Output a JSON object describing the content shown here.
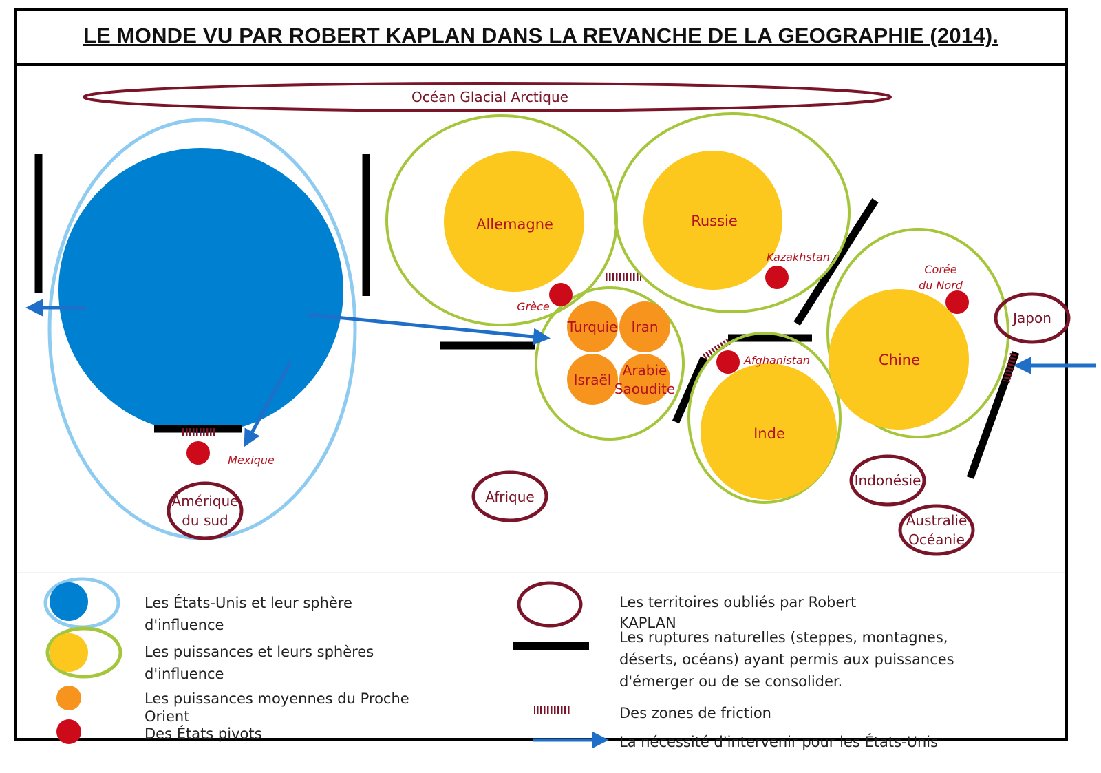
{
  "title": "LE MONDE VU PAR ROBERT KAPLAN DANS LA REVANCHE DE LA GEOGRAPHIE (2014).",
  "colors": {
    "usa_blue": "#0080d0",
    "usa_ring": "#8ecbf0",
    "power_yellow": "#fcc81e",
    "sphere_green": "#a5c63b",
    "middle_orange": "#f7941d",
    "pivot_red": "#cc0a1a",
    "forgotten_maroon": "#7a1428",
    "arrow_blue": "#1f6fc8",
    "label_red": "#b3121f"
  },
  "map": {
    "ocean": "Océan Glacial Arctique",
    "powers": {
      "germany": "Allemagne",
      "russia": "Russie",
      "china": "Chine",
      "india": "Inde"
    },
    "middle_east": {
      "turkey": "Turquie",
      "iran": "Iran",
      "israel": "Israël",
      "saudi_line1": "Arabie",
      "saudi_line2": "Saoudite"
    },
    "pivots": {
      "greece": "Grèce",
      "kazakhstan": "Kazakhstan",
      "north_korea_line1": "Corée",
      "north_korea_line2": "du Nord",
      "afghanistan": "Afghanistan",
      "mexico": "Mexique"
    },
    "forgotten": {
      "japan": "Japon",
      "africa": "Afrique",
      "indonesia": "Indonésie",
      "south_america_line1": "Amérique",
      "south_america_line2": "du sud",
      "australia_line1": "Australie",
      "australia_line2": "Océanie"
    }
  },
  "legend": {
    "usa_line1": "Les États-Unis et leur sphère",
    "usa_line2": "d'influence",
    "powers_line1": "Les puissances et leurs sphères",
    "powers_line2": "d'influence",
    "middle_line1": "Les puissances moyennes du Proche",
    "middle_line2": "Orient",
    "pivots": "Des États pivots",
    "forgotten_line1": "Les territoires oubliés par Robert",
    "forgotten_line2": "KAPLAN",
    "ruptures_line1": "Les ruptures naturelles (steppes, montagnes,",
    "ruptures_line2": "déserts, océans) ayant permis aux puissances",
    "ruptures_line3": "d'émerger ou de se consolider.",
    "friction": "Des zones de friction",
    "intervene": "La nécessité d'intervenir pour les États-Unis"
  }
}
